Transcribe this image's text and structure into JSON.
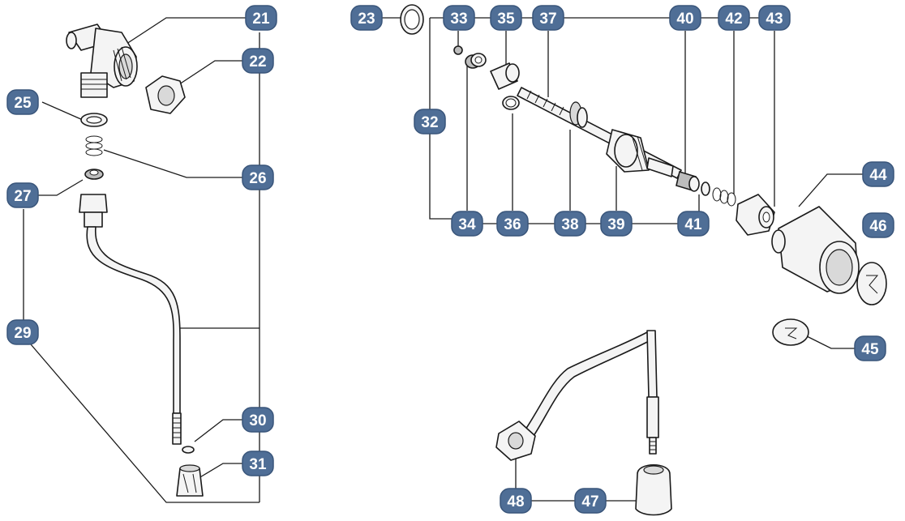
{
  "badges": {
    "b21": "21",
    "b22": "22",
    "b23": "23",
    "b25": "25",
    "b26": "26",
    "b27": "27",
    "b29": "29",
    "b30": "30",
    "b31": "31",
    "b32": "32",
    "b33": "33",
    "b34": "34",
    "b35": "35",
    "b36": "36",
    "b37": "37",
    "b38": "38",
    "b39": "39",
    "b40": "40",
    "b41": "41",
    "b42": "42",
    "b43": "43",
    "b44": "44",
    "b45": "45",
    "b46": "46",
    "b47": "47",
    "b48": "48"
  },
  "colors": {
    "badge_fill": "#4f6e96",
    "badge_stroke": "#39557a",
    "line": "#1a1a1a",
    "part_fill": "#f4f4f4"
  }
}
